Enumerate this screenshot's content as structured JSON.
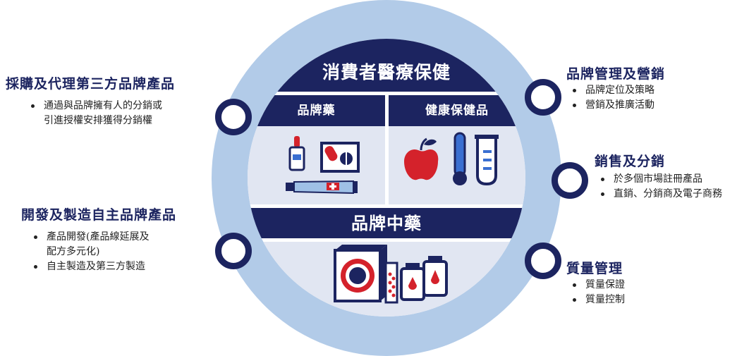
{
  "center": {
    "top_band": "消費者醫療保健",
    "left_panel_title": "品牌藥",
    "right_panel_title": "健康保健品",
    "middle_band": "品牌中藥"
  },
  "left": {
    "procure": {
      "title": "採購及代理第三方品牌產品",
      "items": [
        "通過與品牌擁有人的分銷或",
        "引進授權安排獲得分銷權"
      ]
    },
    "develop": {
      "title": "開發及製造自主品牌產品",
      "items": [
        "產品開發(產品線延展及",
        "配方多元化)",
        "自主製造及第三方製造"
      ]
    }
  },
  "right": {
    "brand": {
      "title": "品牌管理及營銷",
      "items": [
        "品牌定位及策略",
        "營銷及推廣活動"
      ]
    },
    "sales": {
      "title": "銷售及分銷",
      "items": [
        "於多個市場註冊產品",
        "直銷、分銷商及電子商務"
      ]
    },
    "quality": {
      "title": "質量管理",
      "items": [
        "質量保證",
        "質量控制"
      ]
    }
  },
  "colors": {
    "navy": "#1c2460",
    "ring": "#b2cbe8",
    "panel": "#e1e6f2",
    "red": "#d4222b"
  },
  "icons": [
    "nasal-spray-icon",
    "pill-box-icon",
    "ointment-tube-icon",
    "apple-icon",
    "thermometer-icon",
    "test-tube-icon",
    "medicine-box-icon",
    "medicine-bottle-icon"
  ]
}
